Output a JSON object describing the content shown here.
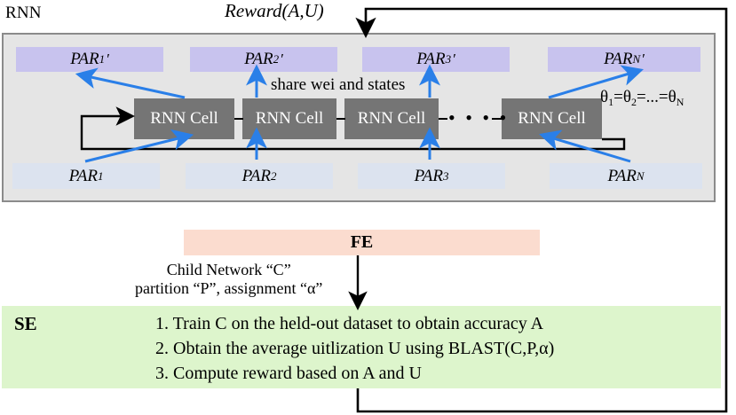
{
  "diagram": {
    "title": "RNN",
    "reward_label": "Reward(A,U)",
    "share_label": "share wei and states",
    "theta_equation": "θ1=θ2=...=θN",
    "theta_parts": {
      "t1": "θ",
      "s1": "1",
      "eq1": "=",
      "t2": "θ",
      "s2": "2",
      "eq2": "=...=",
      "t3": "θ",
      "s3": "N"
    },
    "rnn_panel": {
      "cell_label": "RNN Cell",
      "cells": [
        {
          "label": "RNN Cell"
        },
        {
          "label": "RNN Cell"
        },
        {
          "label": "RNN Cell"
        },
        {
          "label": "RNN Cell"
        }
      ],
      "ellipsis": "• • • •",
      "outputs": [
        {
          "base": "PAR",
          "sub": "1",
          "prime": "′"
        },
        {
          "base": "PAR",
          "sub": "2",
          "prime": "′"
        },
        {
          "base": "PAR",
          "sub": "3",
          "prime": "′"
        },
        {
          "base": "PAR",
          "sub": "N",
          "prime": "′"
        }
      ],
      "inputs": [
        {
          "base": "PAR",
          "sub": "1"
        },
        {
          "base": "PAR",
          "sub": "2"
        },
        {
          "base": "PAR",
          "sub": "3"
        },
        {
          "base": "PAR",
          "sub": "N"
        }
      ]
    },
    "fe": {
      "label": "FE",
      "annotation_line1": "Child Network “C”",
      "annotation_line2": "partition “P”, assignment “α”"
    },
    "se": {
      "label": "SE",
      "steps": [
        "1. Train C on the held-out dataset to obtain accuracy A",
        "2. Obtain the average uitlization U using BLAST(C,P,α)",
        "3. Compute reward based on A and U"
      ]
    },
    "colors": {
      "panel_bg": "#e5e5e5",
      "panel_border": "#8b8b8b",
      "par_output_bg": "#c8c3ee",
      "par_input_bg": "#dce3ef",
      "cell_bg": "#757575",
      "fe_bg": "#fbdccf",
      "se_bg": "#ddf5cc",
      "blue_arrow": "#2a7fe8",
      "black_line": "#000000"
    }
  }
}
